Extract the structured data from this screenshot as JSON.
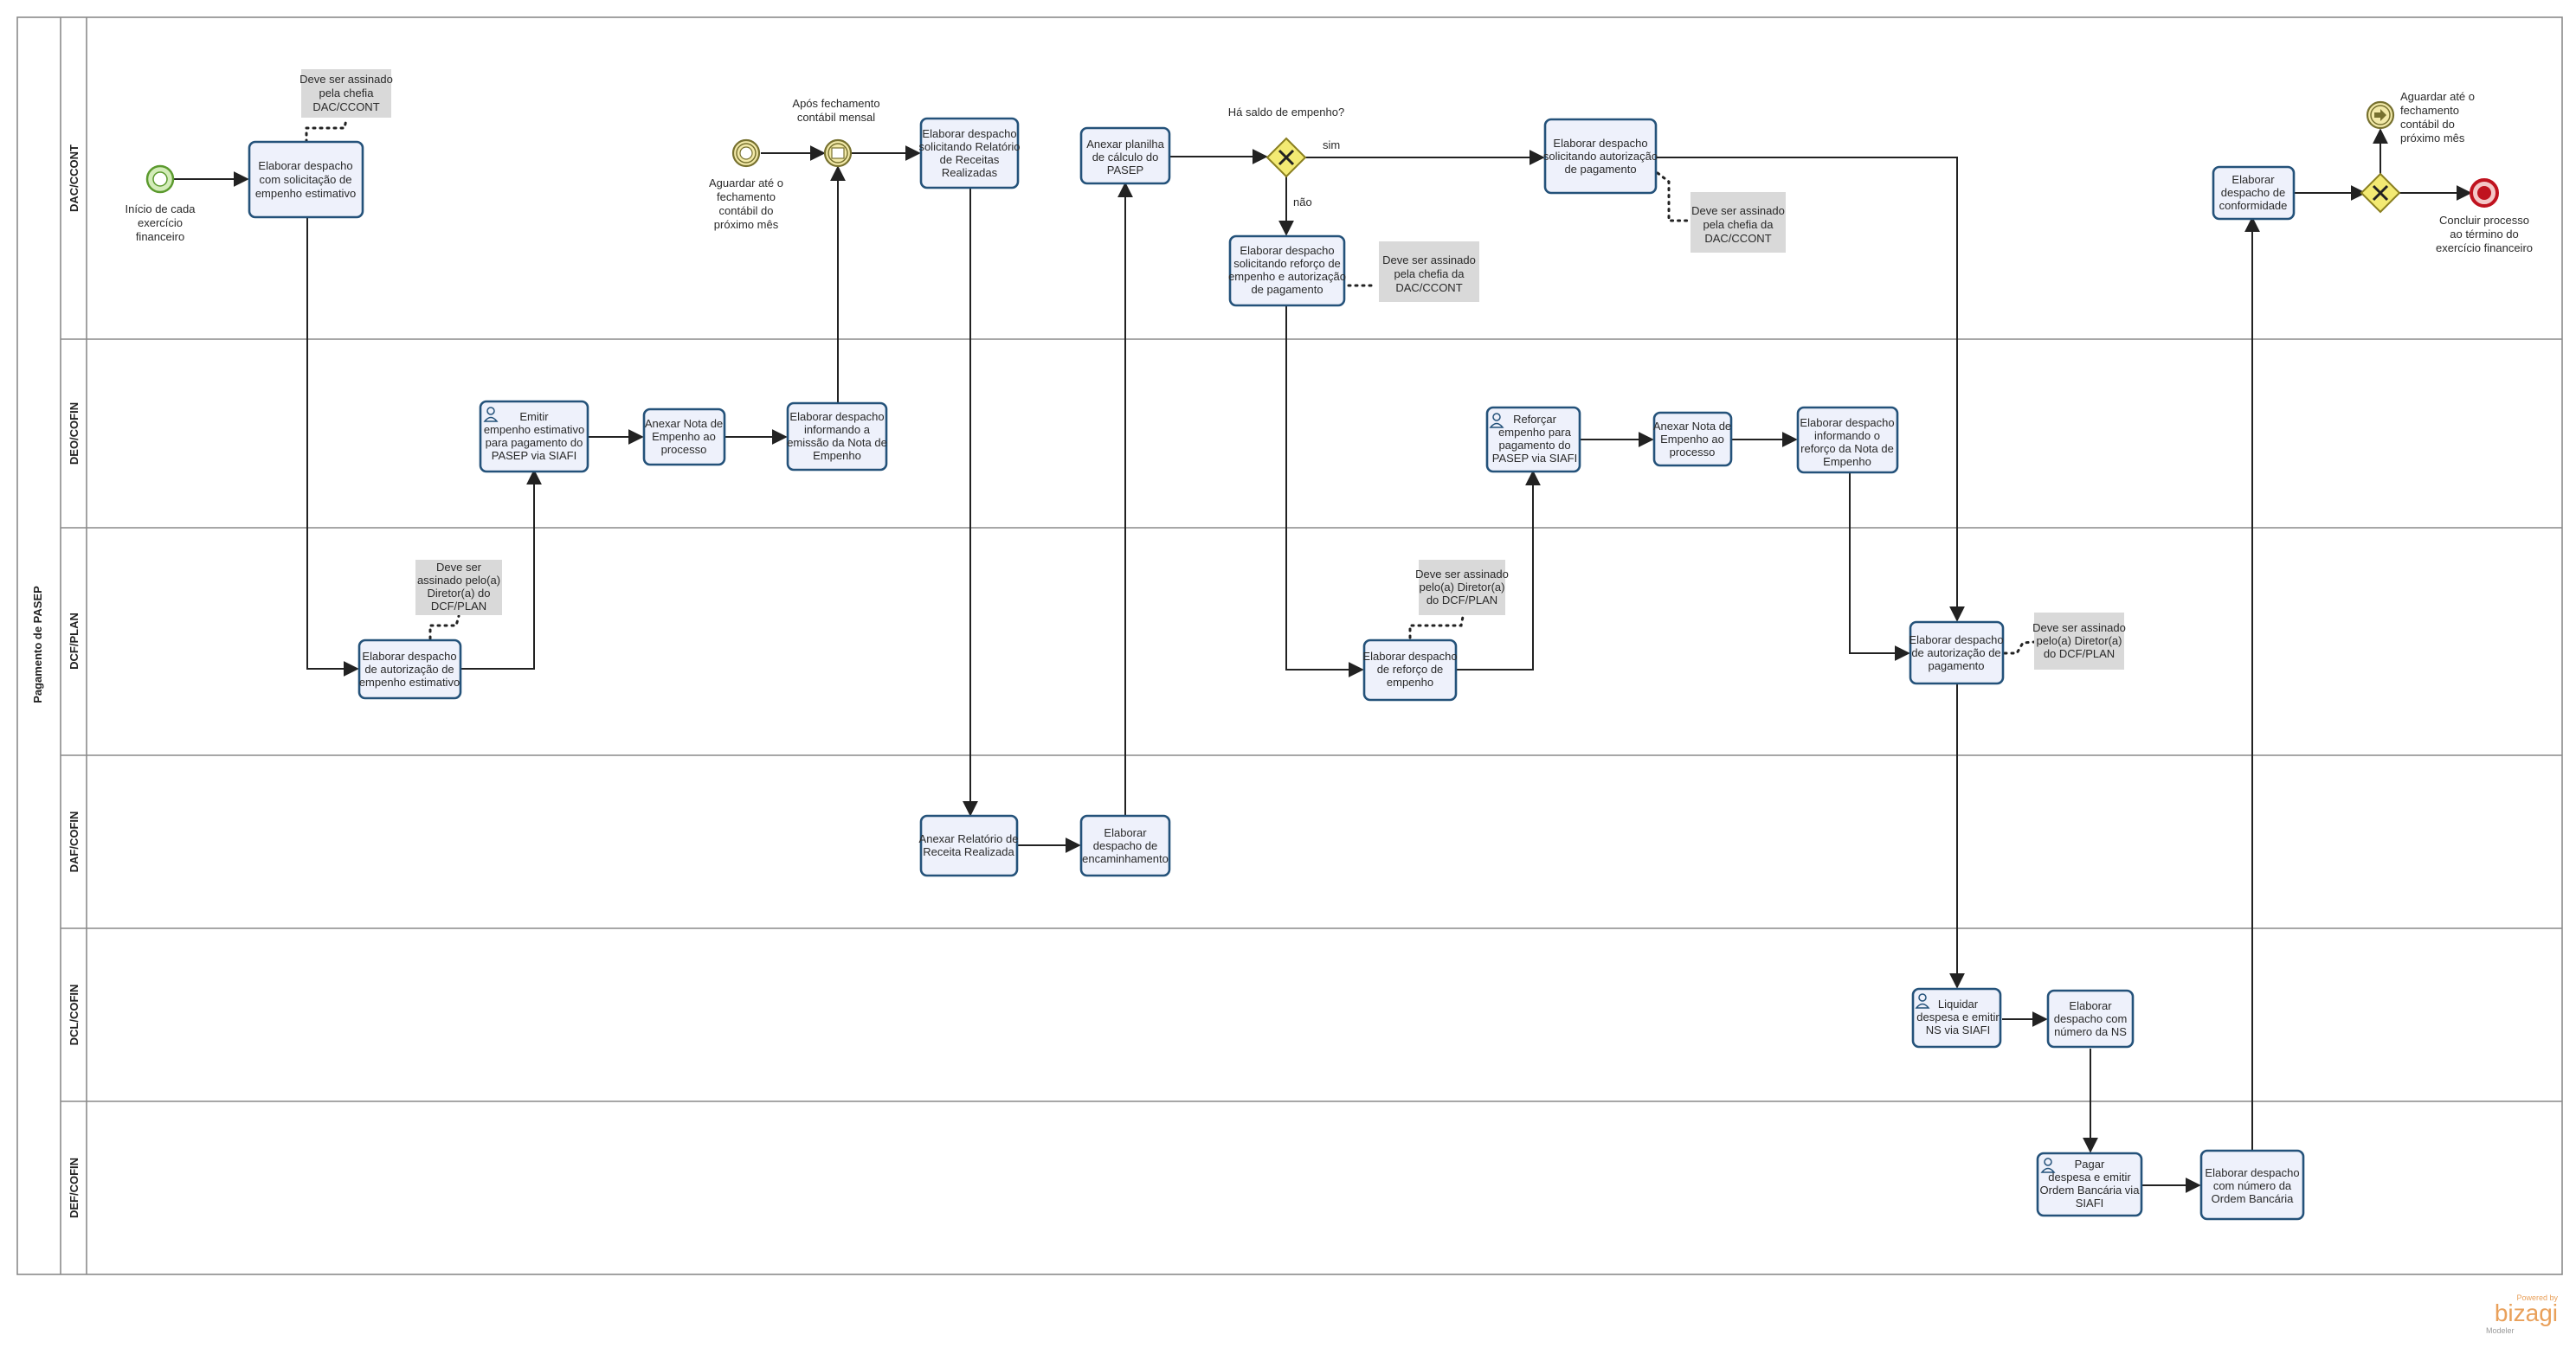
{
  "pool": {
    "name": "Pagamento de PASEP"
  },
  "lanes": [
    {
      "id": "l1",
      "name": "DAC/CCONT"
    },
    {
      "id": "l2",
      "name": "DEO/COFIN"
    },
    {
      "id": "l3",
      "name": "DCF/PLAN"
    },
    {
      "id": "l4",
      "name": "DAF/COFIN"
    },
    {
      "id": "l5",
      "name": "DCL/COFIN"
    },
    {
      "id": "l6",
      "name": "DEF/COFIN"
    }
  ],
  "events": {
    "start": "Início de cada exercício financeiro",
    "timer_wait": "Aguardar até o fechamento contábil do próximo mês",
    "message_catch": "Após fechamento contábil mensal",
    "link_intermediate": "Aguardar até o fechamento contábil do próximo mês",
    "end": "Concluir processo ao término do exercício financeiro"
  },
  "tasks": {
    "t1": "Elaborar despacho com solicitação de empenho estimativo",
    "t2": "Elaborar despacho de autorização de empenho estimativo",
    "t3": "Emitir empenho estimativo para pagamento do PASEP via SIAFI",
    "t4": "Anexar Nota de Empenho ao processo",
    "t5": "Elaborar despacho informando a emissão da Nota de Empenho",
    "t6": "Elaborar despacho solicitando Relatório de Receitas Realizadas",
    "t7": "Anexar Relatório de Receita Realizada",
    "t8": "Elaborar despacho de encaminhamento",
    "t9": "Anexar planilha de cálculo do PASEP",
    "t10": "Elaborar despacho solicitando reforço de empenho e autorização de pagamento",
    "t11": "Elaborar despacho de reforço de empenho",
    "t12": "Reforçar empenho para pagamento do PASEP via SIAFI",
    "t13": "Anexar Nota de Empenho ao processo",
    "t14": "Elaborar despacho informando o reforço da Nota de Empenho",
    "t15": "Elaborar despacho solicitando autorização de pagamento",
    "t16": "Elaborar despacho de autorização de pagamento",
    "t17": "Liquidar despesa e emitir NS via SIAFI",
    "t18": "Elaborar despacho com número da NS",
    "t19": "Pagar despesa e emitir Ordem Bancária via SIAFI",
    "t20": "Elaborar despacho com número da Ordem Bancária",
    "t21": "Elaborar despacho de conformidade"
  },
  "gateways": {
    "g1": "Há saldo de empenho?",
    "sim": "sim",
    "nao": "não"
  },
  "notes": {
    "n1": "Deve ser assinado pela chefia DAC/CCONT",
    "n2": "Deve ser assinado pelo(a) Diretor(a) do DCF/PLAN",
    "n3": "Deve ser assinado pela chefia da DAC/CCONT",
    "n4": "Deve ser assinado pelo(a) Diretor(a) do DCF/PLAN",
    "n5": "Deve ser assinado pela chefia da DAC/CCONT",
    "n6": "Deve ser assinado pelo(a) Diretor(a) do DCF/PLAN"
  },
  "branding": {
    "powered_by": "Powered by",
    "name": "bizagi",
    "product": "Modeler"
  },
  "colors": {
    "task_fill": "#eef1fb",
    "task_stroke": "#24527a",
    "start": "#7ac143",
    "end": "#c0131f",
    "gateway": "#f3ea73",
    "event_fill": "#f2e9a8",
    "event_stroke": "#77712f"
  }
}
